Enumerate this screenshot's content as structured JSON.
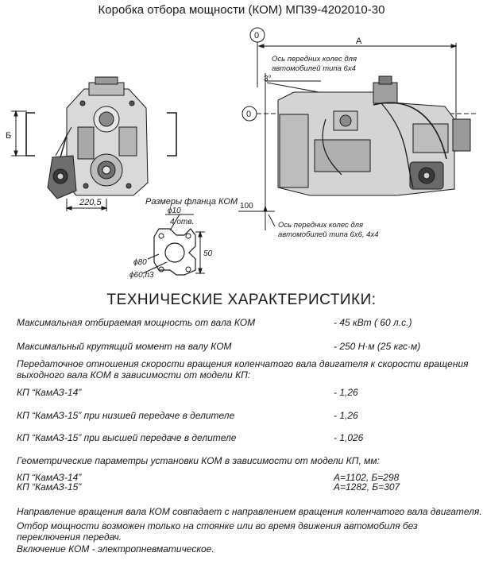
{
  "title": "Коробка отбора мощности (КОМ) МП39-4202010-30",
  "drawing": {
    "label_zero_top": "0",
    "label_zero_mid": "0",
    "label_a": "A",
    "label_b": "Б",
    "axis_top_line1": "Ось передних колес для",
    "axis_top_line2": "автомобилей типа 6х4",
    "angle": "3°",
    "dim_220": "220,5",
    "dim_100": "100",
    "axis_bottom_line1": "Ось передних колес для",
    "axis_bottom_line2": "автомобилей типа 6х6, 4х4",
    "flange_title": "Размеры фланца КОМ",
    "phi10": "ϕ10",
    "holes": "4 отв.",
    "dim_50": "50",
    "phi80": "ϕ80",
    "phi60": "ϕ60,h3"
  },
  "specs": {
    "heading": "ТЕХНИЧЕСКИЕ ХАРАКТЕРИСТИКИ:",
    "power_label": "Максимальная отбираемая мощность от вала КОМ",
    "power_value": "-  45 кВт ( 60 л.с.)",
    "torque_label": "Максимальный крутящий момент на валу КОМ",
    "torque_value": "- 250 Н·м (25 кгс·м)",
    "ratio_line1": "Передаточное отношения скорости вращения коленчатого вала двигателя к скорости вращения",
    "ratio_line2": "выходного вала КОМ в зависимости от модели КП:",
    "kp14_label": "КП “КамАЗ-14”",
    "kp14_value": "- 1,26",
    "kp15_low_label": "КП “КамАЗ-15” при низшей передаче в делителе",
    "kp15_low_value": "- 1,26",
    "kp15_high_label": "КП “КамАЗ-15” при  высшей передаче в делителе",
    "kp15_high_value": "- 1,026",
    "geom_label": "Геометрические параметры установки КОМ в зависимости от модели КП, мм:",
    "geom14_label": "КП “КамАЗ-14”",
    "geom14_value": "А=1102,  Б=298",
    "geom15_label": "КП “КамАЗ-15”",
    "geom15_value": "А=1282,  Б=307",
    "rotation_note": "Направление вращения вала  КОМ  совпадает с направлением вращения коленчатого вала двигателя.",
    "takeoff_note": "Отбор мощности возможен только на стоянке или во время движения автомобиля без переключения передач.",
    "engage_note": "Включение КОМ - электропневматическое."
  }
}
